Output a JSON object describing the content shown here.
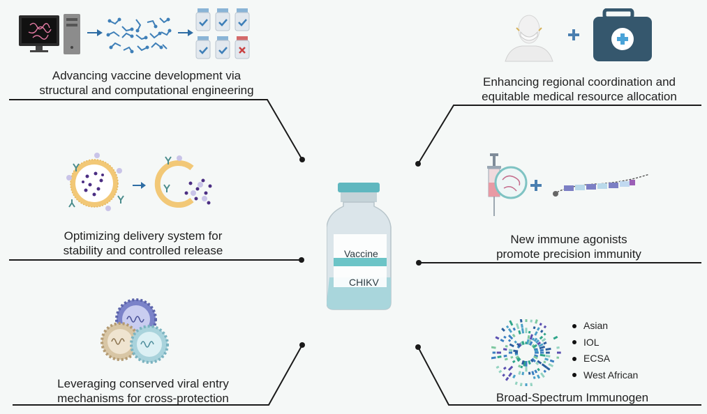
{
  "captions": {
    "vaccine_dev": [
      "Advancing vaccine development via",
      "structural and computational engineering"
    ],
    "delivery": [
      "Optimizing delivery system for",
      "stability and controlled release"
    ],
    "conserved": [
      "Leveraging conserved viral entry",
      "mechanisms for cross-protection"
    ],
    "coordination": [
      "Enhancing regional coordination and",
      "equitable medical resource allocation"
    ],
    "agonists": [
      "New immune agonists",
      "promote precision immunity"
    ],
    "broad": [
      "Broad-Spectrum Immunogen"
    ]
  },
  "vial": {
    "label_top": "Vaccine",
    "label_bottom": "CHIKV"
  },
  "lineages": [
    "Asian",
    "IOL",
    "ECSA",
    "West African"
  ],
  "colors": {
    "vial_cap": "#5fb7bf",
    "vial_band": "#6cc4c7",
    "medkit": "#35576d",
    "membrane": "#f2c877"
  }
}
